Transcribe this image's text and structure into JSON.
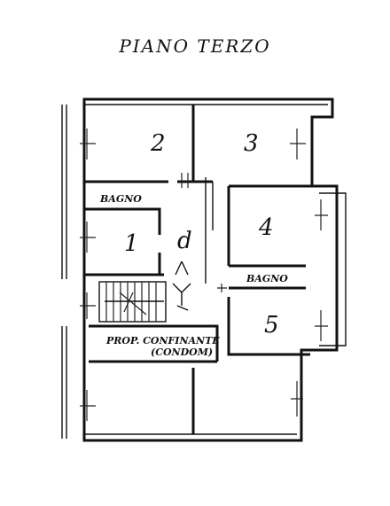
{
  "title": "PIANO TERZO",
  "rooms": {
    "r1": "1",
    "r2": "2",
    "r3": "3",
    "r4": "4",
    "r5": "5",
    "bagno_top": "BAGNO",
    "bagno_right": "BAGNO",
    "hall": "d",
    "condo_line1": "PROP. CONFINANTE",
    "condo_line2": "(CONDOM)"
  }
}
